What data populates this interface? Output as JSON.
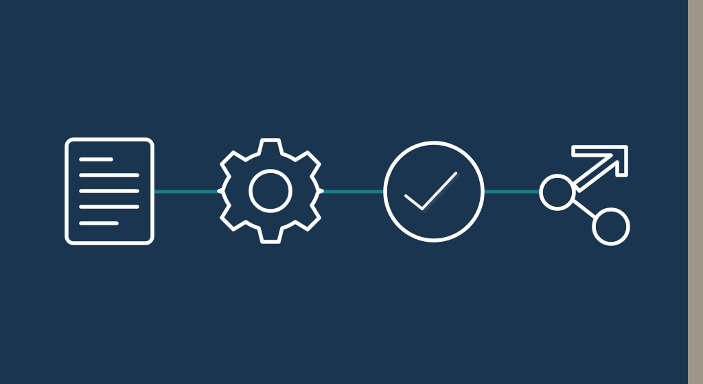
{
  "diagram": {
    "nodes": [
      {
        "id": "document",
        "icon": "document-icon"
      },
      {
        "id": "process",
        "icon": "gear-icon"
      },
      {
        "id": "approve",
        "icon": "check-circle-icon"
      },
      {
        "id": "share",
        "icon": "share-icon"
      }
    ],
    "edges": [
      {
        "from": "document",
        "to": "process"
      },
      {
        "from": "process",
        "to": "approve"
      },
      {
        "from": "approve",
        "to": "share"
      }
    ],
    "colors": {
      "background": "#1a3550",
      "connector": "#1d7c83",
      "icon": "#ffffff",
      "side_strip": "#9d9689"
    }
  }
}
